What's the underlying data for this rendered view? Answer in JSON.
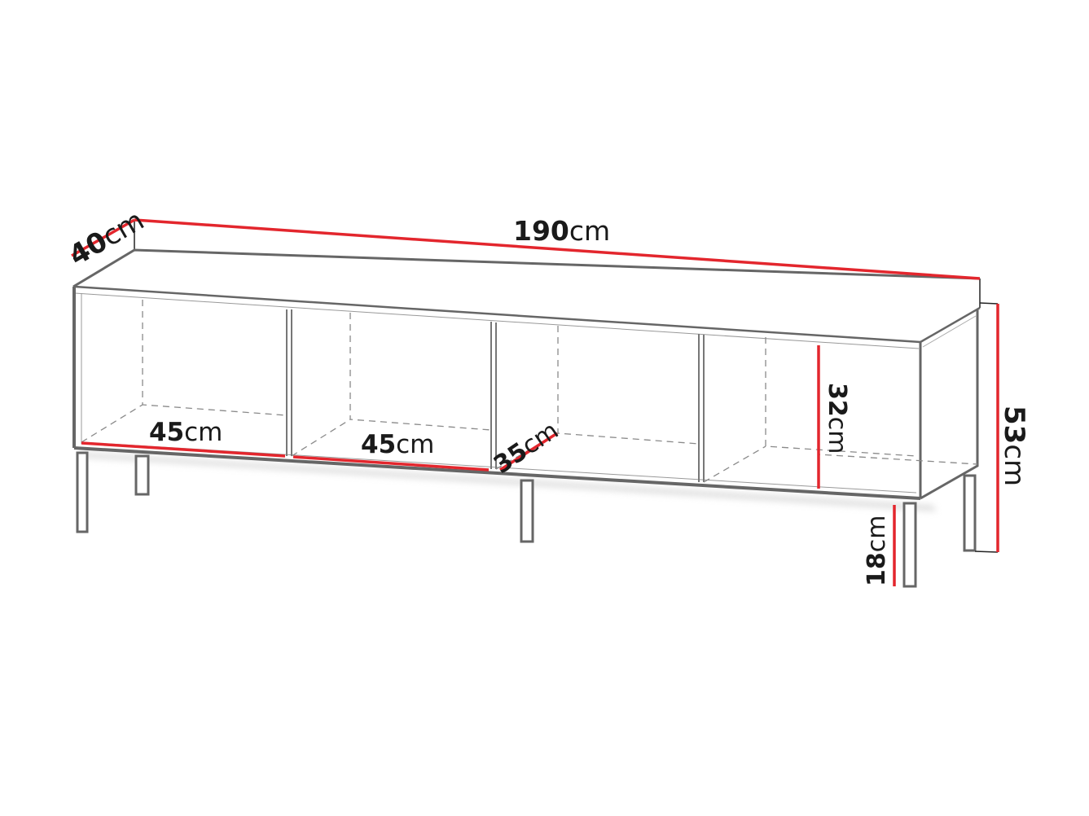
{
  "diagram": {
    "subject": "TV stand with four open compartments on metal legs",
    "colors": {
      "dimension_line": "#e3262d",
      "outline": "#666666",
      "hidden_line": "#8a8a8a",
      "text": "#1a1a1a",
      "background": "#ffffff"
    },
    "dimensions": {
      "width": {
        "value": "190",
        "unit": "cm"
      },
      "depth": {
        "value": "40",
        "unit": "cm"
      },
      "height": {
        "value": "53",
        "unit": "cm"
      },
      "compartment_1_width": {
        "value": "45",
        "unit": "cm"
      },
      "compartment_2_width": {
        "value": "45",
        "unit": "cm"
      },
      "compartment_depth": {
        "value": "35",
        "unit": "cm"
      },
      "compartment_height": {
        "value": "32",
        "unit": "cm"
      },
      "leg_height": {
        "value": "18",
        "unit": "cm"
      }
    }
  }
}
